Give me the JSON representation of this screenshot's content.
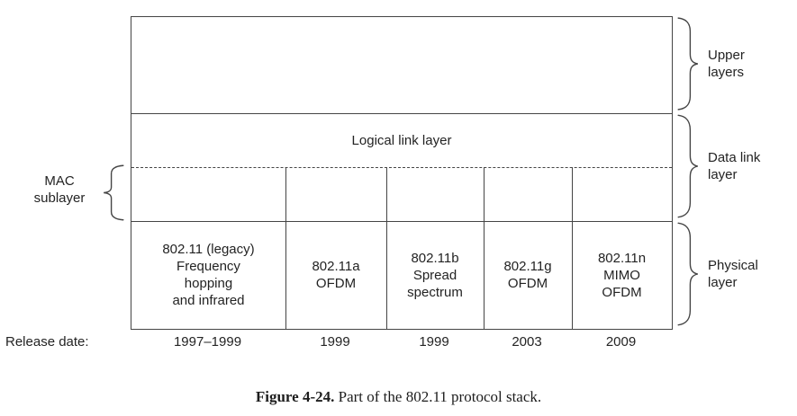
{
  "diagram": {
    "llc_label": "Logical link layer",
    "mac_sublayer_label": "MAC\nsublayer",
    "release_date_label": "Release date:",
    "brace_labels": {
      "upper": "Upper\nlayers",
      "data_link": "Data link\nlayer",
      "physical": "Physical\nlayer"
    },
    "columns": [
      {
        "phy": "802.11 (legacy)\nFrequency\nhopping\nand infrared",
        "release_date": "1997–1999"
      },
      {
        "phy": "802.11a\nOFDM",
        "release_date": "1999"
      },
      {
        "phy": "802.11b\nSpread\nspectrum",
        "release_date": "1999"
      },
      {
        "phy": "802.11g\nOFDM",
        "release_date": "2003"
      },
      {
        "phy": "802.11n\nMIMO\nOFDM",
        "release_date": "2009"
      }
    ],
    "caption": {
      "label": "Figure 4-24.",
      "text": " Part of the 802.11 protocol stack."
    }
  }
}
